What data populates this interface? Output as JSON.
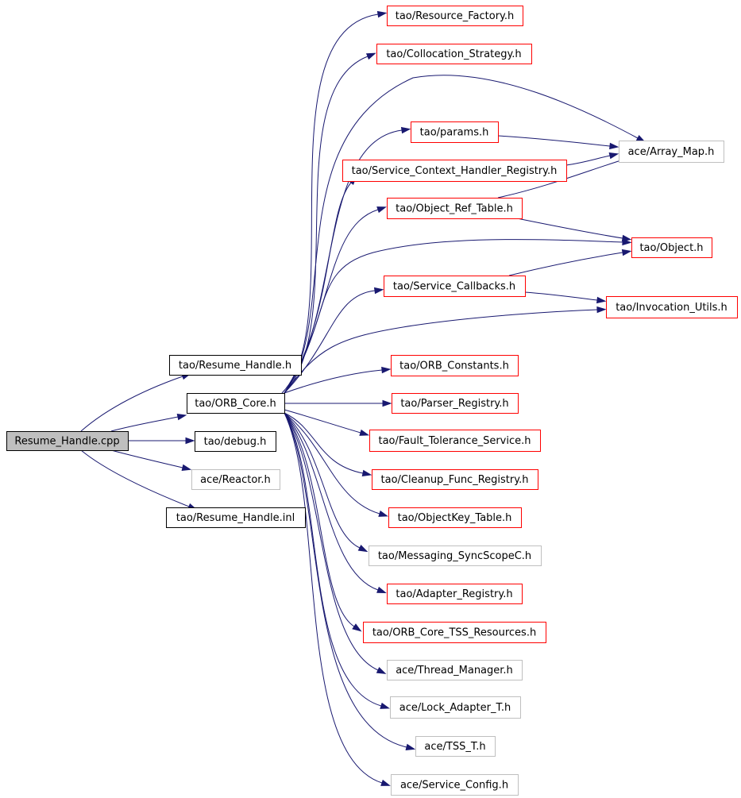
{
  "colors": {
    "edge": "#191970",
    "root_fill": "#bfbfbf",
    "documented_border": "#000000",
    "undocumented_border": "#bfbfbf",
    "truncated_border": "#ff0000",
    "background": "#ffffff"
  },
  "nodes": [
    {
      "id": "root",
      "label": "Resume_Handle.cpp",
      "style": "root"
    },
    {
      "id": "resume_handle_h",
      "label": "tao/Resume_Handle.h",
      "style": "documented"
    },
    {
      "id": "orb_core_h",
      "label": "tao/ORB_Core.h",
      "style": "documented"
    },
    {
      "id": "debug_h",
      "label": "tao/debug.h",
      "style": "documented"
    },
    {
      "id": "reactor_h",
      "label": "ace/Reactor.h",
      "style": "undocumented"
    },
    {
      "id": "resume_handle_inl",
      "label": "tao/Resume_Handle.inl",
      "style": "documented"
    },
    {
      "id": "resource_factory_h",
      "label": "tao/Resource_Factory.h",
      "style": "truncated"
    },
    {
      "id": "collocation_strategy_h",
      "label": "tao/Collocation_Strategy.h",
      "style": "truncated"
    },
    {
      "id": "array_map_h",
      "label": "ace/Array_Map.h",
      "style": "undocumented"
    },
    {
      "id": "params_h",
      "label": "tao/params.h",
      "style": "truncated"
    },
    {
      "id": "svc_ctx_handler_registry_h",
      "label": "tao/Service_Context_Handler_Registry.h",
      "style": "truncated"
    },
    {
      "id": "object_ref_table_h",
      "label": "tao/Object_Ref_Table.h",
      "style": "truncated"
    },
    {
      "id": "object_h",
      "label": "tao/Object.h",
      "style": "truncated"
    },
    {
      "id": "service_callbacks_h",
      "label": "tao/Service_Callbacks.h",
      "style": "truncated"
    },
    {
      "id": "invocation_utils_h",
      "label": "tao/Invocation_Utils.h",
      "style": "truncated"
    },
    {
      "id": "orb_constants_h",
      "label": "tao/ORB_Constants.h",
      "style": "truncated"
    },
    {
      "id": "parser_registry_h",
      "label": "tao/Parser_Registry.h",
      "style": "truncated"
    },
    {
      "id": "fault_tolerance_service_h",
      "label": "tao/Fault_Tolerance_Service.h",
      "style": "truncated"
    },
    {
      "id": "cleanup_func_registry_h",
      "label": "tao/Cleanup_Func_Registry.h",
      "style": "truncated"
    },
    {
      "id": "objectkey_table_h",
      "label": "tao/ObjectKey_Table.h",
      "style": "truncated"
    },
    {
      "id": "messaging_syncscopec_h",
      "label": "tao/Messaging_SyncScopeC.h",
      "style": "undocumented"
    },
    {
      "id": "adapter_registry_h",
      "label": "tao/Adapter_Registry.h",
      "style": "truncated"
    },
    {
      "id": "orb_core_tss_resources_h",
      "label": "tao/ORB_Core_TSS_Resources.h",
      "style": "truncated"
    },
    {
      "id": "thread_manager_h",
      "label": "ace/Thread_Manager.h",
      "style": "undocumented"
    },
    {
      "id": "lock_adapter_t_h",
      "label": "ace/Lock_Adapter_T.h",
      "style": "undocumented"
    },
    {
      "id": "tss_t_h",
      "label": "ace/TSS_T.h",
      "style": "undocumented"
    },
    {
      "id": "service_config_h",
      "label": "ace/Service_Config.h",
      "style": "undocumented"
    }
  ],
  "edges": [
    {
      "from": "root",
      "to": "resume_handle_h"
    },
    {
      "from": "root",
      "to": "orb_core_h"
    },
    {
      "from": "root",
      "to": "debug_h"
    },
    {
      "from": "root",
      "to": "reactor_h"
    },
    {
      "from": "root",
      "to": "resume_handle_inl"
    },
    {
      "from": "orb_core_h",
      "to": "resource_factory_h"
    },
    {
      "from": "orb_core_h",
      "to": "collocation_strategy_h"
    },
    {
      "from": "orb_core_h",
      "to": "array_map_h"
    },
    {
      "from": "orb_core_h",
      "to": "params_h"
    },
    {
      "from": "orb_core_h",
      "to": "svc_ctx_handler_registry_h"
    },
    {
      "from": "orb_core_h",
      "to": "object_ref_table_h"
    },
    {
      "from": "orb_core_h",
      "to": "object_h"
    },
    {
      "from": "orb_core_h",
      "to": "service_callbacks_h"
    },
    {
      "from": "orb_core_h",
      "to": "invocation_utils_h"
    },
    {
      "from": "orb_core_h",
      "to": "orb_constants_h"
    },
    {
      "from": "orb_core_h",
      "to": "parser_registry_h"
    },
    {
      "from": "orb_core_h",
      "to": "fault_tolerance_service_h"
    },
    {
      "from": "orb_core_h",
      "to": "cleanup_func_registry_h"
    },
    {
      "from": "orb_core_h",
      "to": "objectkey_table_h"
    },
    {
      "from": "orb_core_h",
      "to": "messaging_syncscopec_h"
    },
    {
      "from": "orb_core_h",
      "to": "adapter_registry_h"
    },
    {
      "from": "orb_core_h",
      "to": "orb_core_tss_resources_h"
    },
    {
      "from": "orb_core_h",
      "to": "thread_manager_h"
    },
    {
      "from": "orb_core_h",
      "to": "lock_adapter_t_h"
    },
    {
      "from": "orb_core_h",
      "to": "tss_t_h"
    },
    {
      "from": "orb_core_h",
      "to": "service_config_h"
    },
    {
      "from": "params_h",
      "to": "array_map_h"
    },
    {
      "from": "svc_ctx_handler_registry_h",
      "to": "array_map_h"
    },
    {
      "from": "object_ref_table_h",
      "to": "array_map_h"
    },
    {
      "from": "object_ref_table_h",
      "to": "object_h"
    },
    {
      "from": "service_callbacks_h",
      "to": "object_h"
    },
    {
      "from": "service_callbacks_h",
      "to": "invocation_utils_h"
    }
  ]
}
